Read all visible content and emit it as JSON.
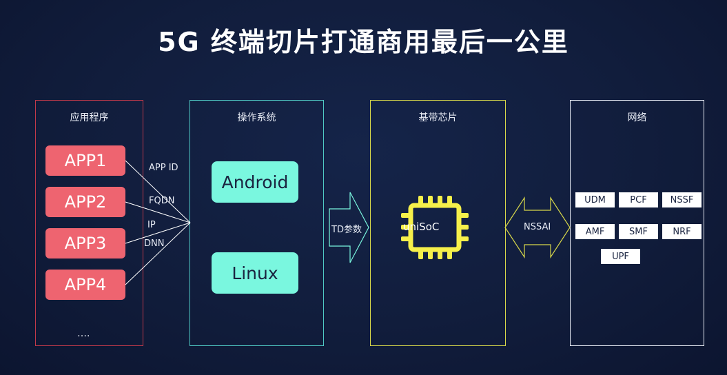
{
  "title": "5G 终端切片打通商用最后一公里",
  "panels": {
    "app": {
      "label": "应用程序"
    },
    "os": {
      "label": "操作系统"
    },
    "baseband": {
      "label": "基带芯片"
    },
    "network": {
      "label": "网络"
    }
  },
  "apps": [
    "APP1",
    "APP2",
    "APP3",
    "APP4"
  ],
  "app_ellipsis": "….",
  "link_labels": [
    "APP ID",
    "FQDN",
    "IP",
    "DNN"
  ],
  "os_items": [
    "Android",
    "Linux"
  ],
  "td_arrow_label": "TD参数",
  "chip_label": "uniSoC",
  "nssai_label": "NSSAI",
  "network_functions": [
    "UDM",
    "PCF",
    "NSSF",
    "AMF",
    "SMF",
    "NRF",
    "UPF"
  ],
  "colors": {
    "app_border": "#c0394a",
    "app_button": "#ee6470",
    "os_border": "#4fc9c4",
    "os_button": "#7af7df",
    "baseband_border": "#d8d84a",
    "chip": "#f6f04a",
    "network_border": "#e8ecf5"
  }
}
